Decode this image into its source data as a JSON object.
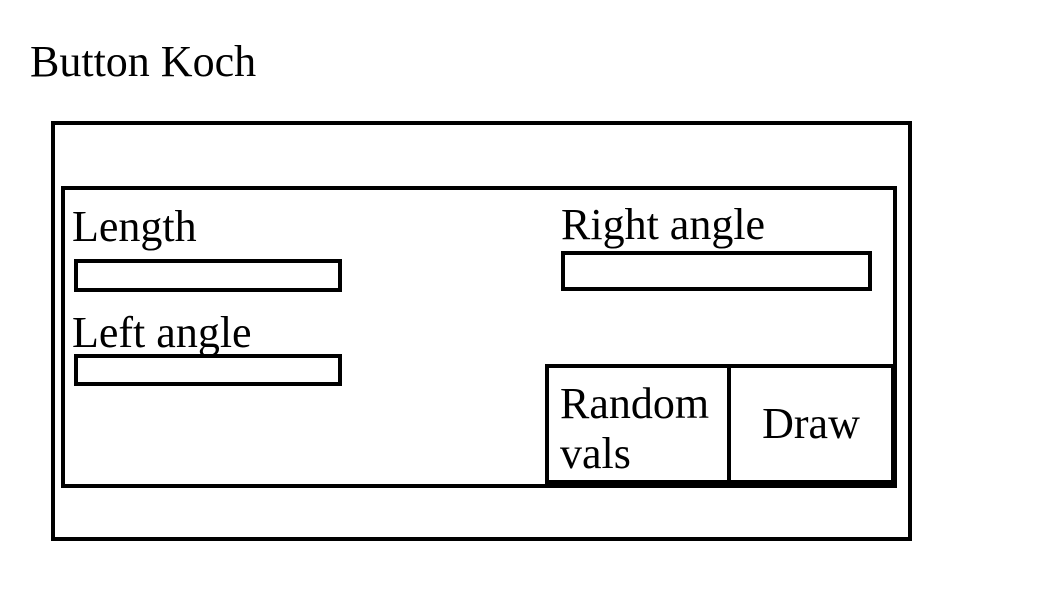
{
  "title": "Button Koch",
  "form": {
    "length_label": "Length",
    "length_value": "",
    "left_angle_label": "Left angle",
    "left_angle_value": "",
    "right_angle_label": "Right angle",
    "right_angle_value": ""
  },
  "buttons": {
    "random_label": "Random vals",
    "draw_label": "Draw"
  },
  "colors": {
    "stroke": "#000000",
    "background": "#ffffff"
  }
}
